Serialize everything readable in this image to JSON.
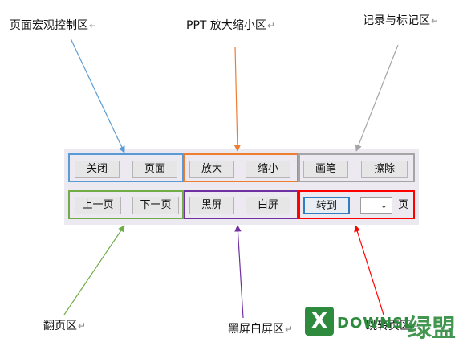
{
  "labels": {
    "page_control": "页面宏观控制区",
    "zoom": "PPT 放大缩小区",
    "annotate": "记录与标记区",
    "turn": "翻页区",
    "screen": "黑屏白屏区",
    "goto": "跳转页区",
    "return_mark": "↵"
  },
  "buttons": {
    "close": "关闭",
    "page": "页面",
    "zoom_in": "放大",
    "zoom_out": "缩小",
    "pen": "画笔",
    "erase": "擦除",
    "prev": "上一页",
    "next": "下一页",
    "black": "黑屏",
    "white": "白屏",
    "goto": "转到"
  },
  "goto_select": {
    "value": "",
    "unit": "页",
    "chevron_icon": "chevron-down-icon"
  },
  "colors": {
    "page_control": "#5b9bd5",
    "zoom": "#ed7d31",
    "annotate": "#a5a5a5",
    "turn": "#70ad47",
    "screen": "#7030a0",
    "goto": "#ff0000",
    "panel_bg": "#ece9f0"
  },
  "watermark": {
    "mark": "X",
    "brand": "DOWNSL",
    "cn": "绿盟"
  }
}
